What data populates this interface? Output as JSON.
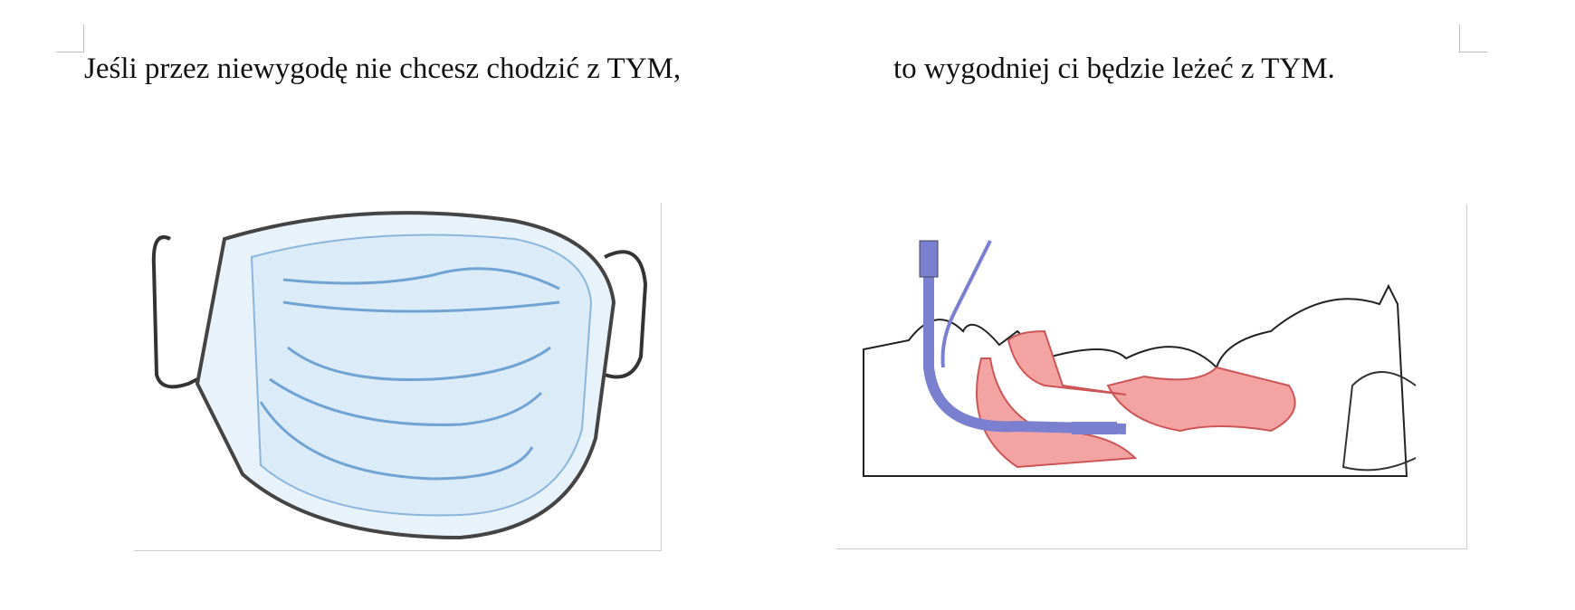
{
  "document": {
    "line_left": "Jeśli przez niewygodę nie chcesz chodzić z TYM,",
    "line_right": "to wygodniej ci będzie leżeć z TYM."
  },
  "figures": [
    {
      "name": "surgical-mask-image"
    },
    {
      "name": "endotracheal-intubation-image"
    }
  ],
  "colors": {
    "mask": "#cfe3f5",
    "tube": "#7b7fd0",
    "airway": "#f08a8a"
  }
}
